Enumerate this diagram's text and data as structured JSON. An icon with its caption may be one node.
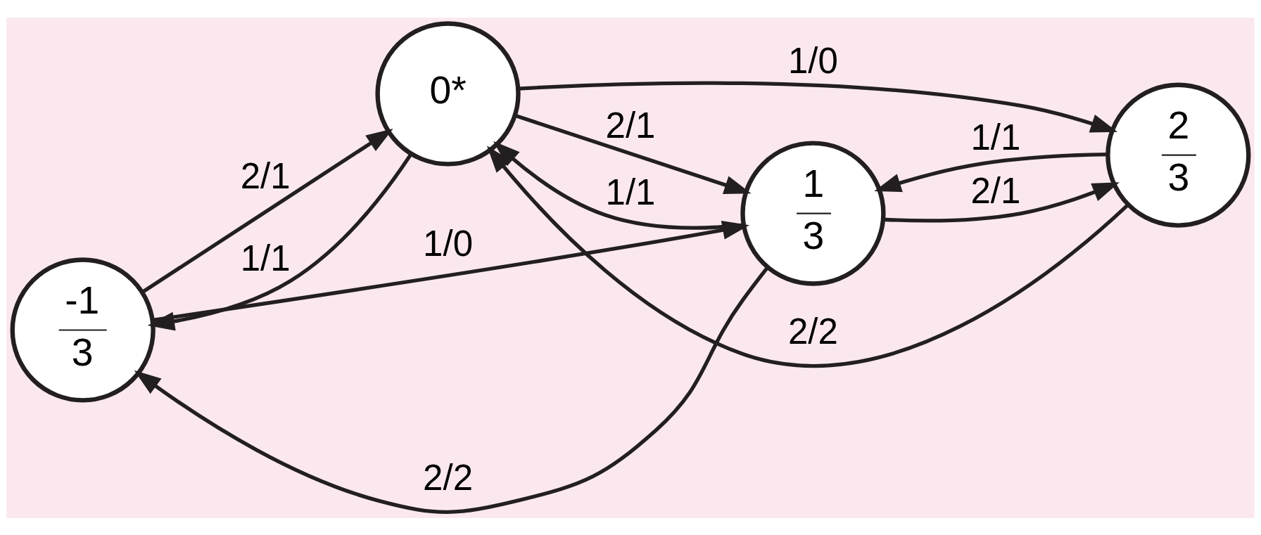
{
  "diagram": {
    "nodes": [
      {
        "text": [
          "-1",
          "3"
        ]
      },
      {
        "text": [
          "0*"
        ]
      },
      {
        "text": [
          "1",
          "3"
        ]
      },
      {
        "text": [
          "2",
          "3"
        ]
      }
    ],
    "edges": [
      {
        "from": 0,
        "to": 1,
        "arrow": "to",
        "label": "2/1"
      },
      {
        "from": 1,
        "to": 2,
        "arrow": "to",
        "label": "2/1"
      },
      {
        "from": 2,
        "to": 3,
        "arrow": "to",
        "label": "2/1"
      },
      {
        "from": 1,
        "to": 0,
        "arrow": "to",
        "label": "1/1"
      },
      {
        "from": 2,
        "to": 1,
        "arrow": "to",
        "label": "1/1"
      },
      {
        "from": 3,
        "to": 2,
        "arrow": "to",
        "label": "1/1"
      },
      {
        "from": 2,
        "to": 0,
        "arrow": "to",
        "label": "2/2"
      },
      {
        "from": 3,
        "to": 1,
        "arrow": "to",
        "label": "2/2"
      },
      {
        "from": 0,
        "to": 2,
        "arrow": "to",
        "label": "1/0"
      },
      {
        "from": 1,
        "to": 3,
        "arrow": "to",
        "label": "1/0"
      }
    ]
  }
}
